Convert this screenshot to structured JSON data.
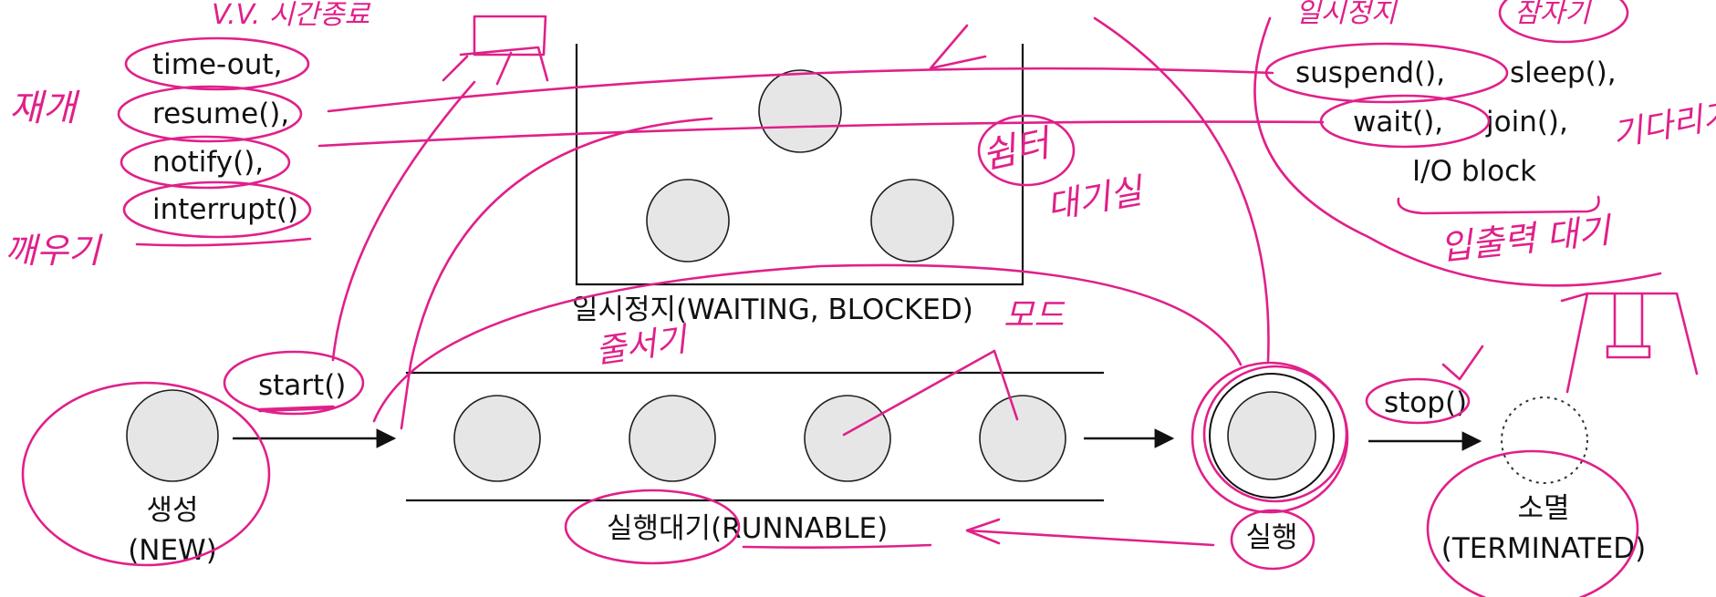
{
  "colors": {
    "ink": "#e0208a",
    "text": "#111111",
    "node_fill": "#e6e6e6"
  },
  "resume_triggers": [
    "time-out,",
    "resume(),",
    "notify(),",
    "interrupt()"
  ],
  "blocking_causes": {
    "line1_a": "suspend(),",
    "line1_b": "sleep(),",
    "line2_a": "wait(),",
    "line2_b": "join(),",
    "line3": "I/O block"
  },
  "states": {
    "waiting": "일시정지(WAITING, BLOCKED)",
    "runnable": "실행대기(RUNNABLE)",
    "running": "실행",
    "new_ko": "생성",
    "new_en": "(NEW)",
    "terminated_ko": "소멸",
    "terminated_en": "(TERMINATED)"
  },
  "transitions": {
    "start": "start()",
    "stop": "stop()"
  },
  "annotations": {
    "resume": "재개",
    "wake": "깨우기",
    "rest_room": "쉼터",
    "waiting_room": "대기실",
    "line_up": "줄서기",
    "io_wait": "입출력 대기",
    "wait": "기다리기",
    "time_done": "V.V. 시간종료",
    "suspend_note": "일시정지",
    "sleep_note": "잠자기",
    "mode": "모드"
  }
}
